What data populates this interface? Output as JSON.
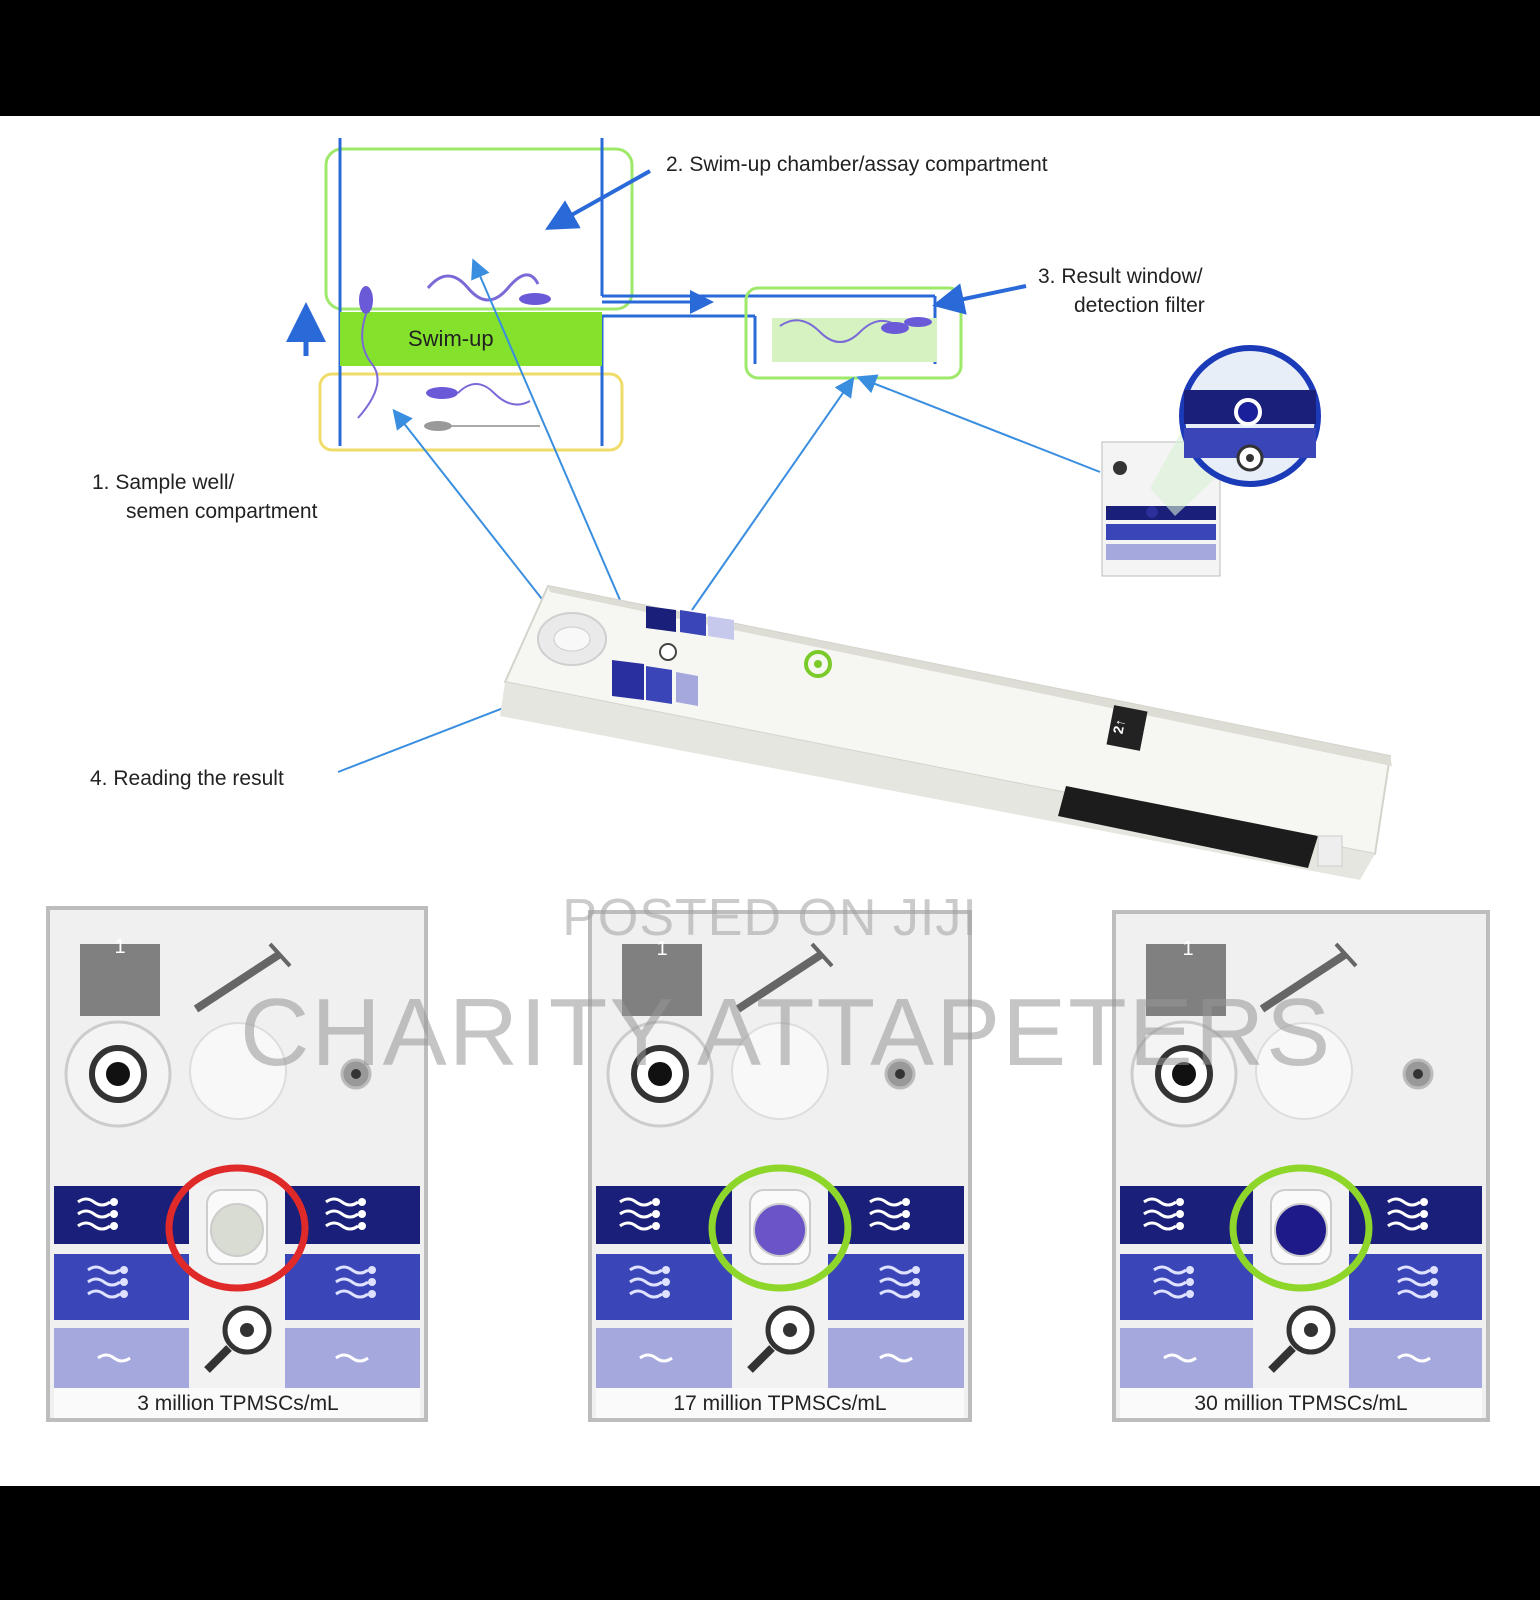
{
  "labels": {
    "swim_up_chamber": "2. Swim-up chamber/assay compartment",
    "result_window_line1": "3. Result window/",
    "result_window_line2": "detection filter",
    "sample_well_line1": "1. Sample well/",
    "sample_well_line2": "semen compartment",
    "reading_result": "4. Reading the result",
    "swim_up_bar": "Swim-up"
  },
  "device": {
    "side_label": "2↑"
  },
  "panels": [
    {
      "number": "1",
      "caption": "3 million TPMSCs/mL",
      "result_color": "#d8dcd2",
      "ring_color": "#e02a2a"
    },
    {
      "number": "1",
      "caption": "17 million TPMSCs/mL",
      "result_color": "#6a54c8",
      "ring_color": "#8ed62a"
    },
    {
      "number": "1",
      "caption": "30 million TPMSCs/mL",
      "result_color": "#1f1a8a",
      "ring_color": "#8ed62a"
    }
  ],
  "watermark": {
    "line1": "POSTED ON JIJI",
    "line2": "CHARITY ATTAPETERS"
  },
  "colors": {
    "dark_blue": "#1a1f7a",
    "mid_blue": "#3a46b8",
    "light_blue": "#a4a8dc",
    "swim_up_green": "#84e22c",
    "arrow_blue": "#3a8ee0"
  }
}
